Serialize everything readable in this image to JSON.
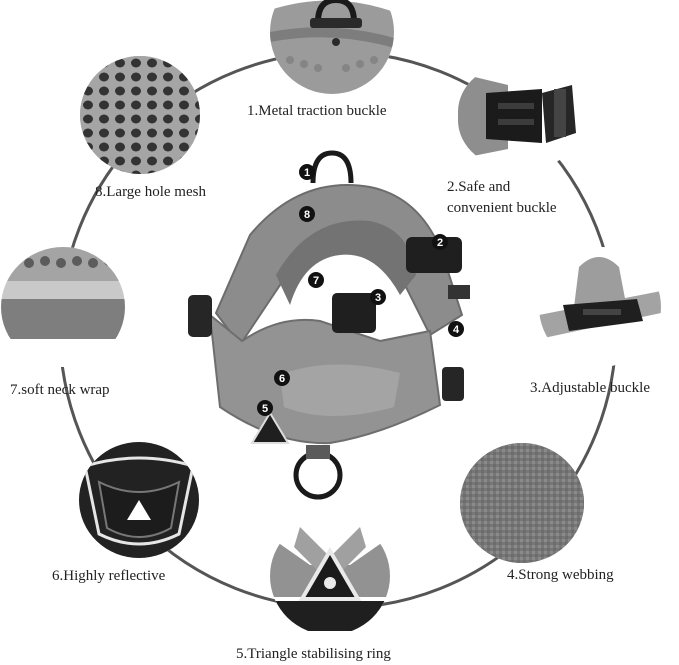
{
  "features": [
    {
      "num": "1",
      "label": "1.Metal traction buckle",
      "icon": "metal-d-ring-icon"
    },
    {
      "num": "2",
      "label_line1": "2.Safe and",
      "label_line2": "convenient buckle",
      "icon": "side-release-buckle-icon"
    },
    {
      "num": "3",
      "label": "3.Adjustable buckle",
      "icon": "adjustable-slider-icon"
    },
    {
      "num": "4",
      "label": "4.Strong webbing",
      "icon": "webbing-texture-icon"
    },
    {
      "num": "5",
      "label": "5.Triangle stabilising ring",
      "icon": "triangle-ring-icon"
    },
    {
      "num": "6",
      "label": "6.Highly reflective",
      "icon": "reflective-trim-icon"
    },
    {
      "num": "7",
      "label": "7.soft neck wrap",
      "icon": "neck-wrap-icon"
    },
    {
      "num": "8",
      "label": "8.Large hole mesh",
      "icon": "mesh-fabric-icon"
    }
  ],
  "colors": {
    "harness_gray": "#8a8a8a",
    "harness_dark": "#5f5f5f",
    "badge": "#111111",
    "ring_line": "#555555",
    "label_text": "#222222"
  }
}
